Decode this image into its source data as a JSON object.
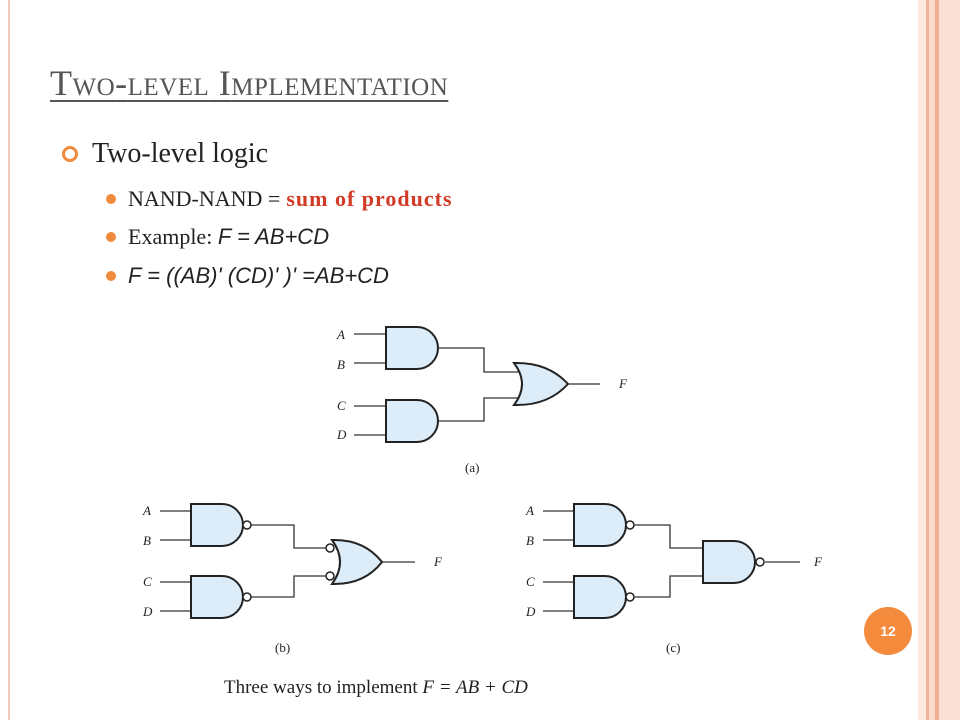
{
  "title": {
    "first_initial": "T",
    "first_rest": "wo",
    "hyphen": "-",
    "second": "level",
    "third_initial": "I",
    "third_rest": "mplementation"
  },
  "bullets": {
    "main": "Two-level logic",
    "b1_prefix": "NAND-NAND =",
    "b1_highlight": "sum of products",
    "b2_prefix": "Example:",
    "b2_formula": "F = AB+CD",
    "b3_formula": "F = ((AB)' (CD)' )' =AB+CD"
  },
  "diagram": {
    "inputs": [
      "A",
      "B",
      "C",
      "D"
    ],
    "output": "F",
    "panels": [
      "(a)",
      "(b)",
      "(c)"
    ]
  },
  "page_number": "12",
  "caption": {
    "prefix": "Three ways to implement",
    "formula": "F = AB + CD"
  },
  "colors": {
    "accent": "#f08a3c",
    "highlight": "#d23a26",
    "gate_fill": "#dcecf8",
    "title": "#555555"
  }
}
